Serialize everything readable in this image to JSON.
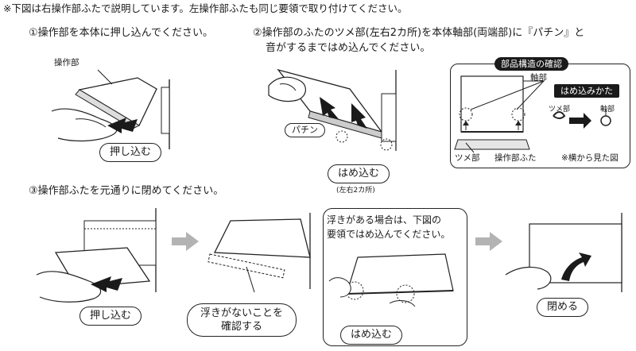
{
  "note": "※下図は右操作部ふたで説明しています。左操作部ふたも同じ要領で取り付けてください。",
  "step1": {
    "title": "①操作部を本体に押し込んでください。",
    "label": "操作部",
    "action": "押し込む"
  },
  "step2": {
    "title_line1": "②操作部のふたのツメ部(左右2カ所)を本体軸部(両端部)に『パチン』と",
    "title_line2": "音がするまではめ込んでください。",
    "sound_label": "パチン",
    "action": "はめ込む",
    "action_note": "(左右2カ所)",
    "structure": {
      "title": "部品構造の確認",
      "axis_label": "軸部",
      "claw_label": "ツメ部",
      "lid_label": "操作部ふた",
      "howto_title": "はめ込みかた",
      "howto_claw": "ツメ部",
      "howto_axis": "軸部",
      "side_view": "※横から見た図"
    }
  },
  "step3": {
    "title": "③操作部ふたを元通りに閉めてください。",
    "push_label": "押し込む",
    "check_line1": "浮きがないことを",
    "check_line2": "確認する",
    "callout_line1": "浮きがある場合は、下図の",
    "callout_line2": "要領ではめ込んでください。",
    "fit_label": "はめ込む",
    "close_label": "閉める"
  },
  "colors": {
    "arrow_gray": "#b3b3b3",
    "ink": "#1a1a1a"
  }
}
